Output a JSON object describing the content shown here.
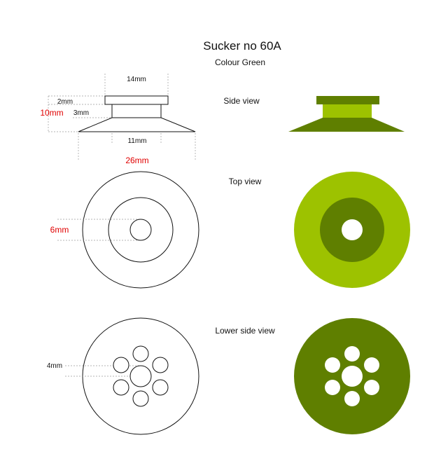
{
  "title": "Sucker no 60A",
  "subtitle": "Colour Green",
  "views": {
    "side": "Side view",
    "top": "Top view",
    "lower": "Lower side view"
  },
  "dimensions": {
    "width_14": "14mm",
    "height_2": "2mm",
    "height_10": "10mm",
    "height_3": "3mm",
    "width_11": "11mm",
    "width_26": "26mm",
    "diameter_6": "6mm",
    "diameter_4": "4mm"
  },
  "colors": {
    "text": "#111111",
    "dimension_red": "#e00000",
    "green_dark": "#5f7f00",
    "green_light": "#9dc200"
  }
}
